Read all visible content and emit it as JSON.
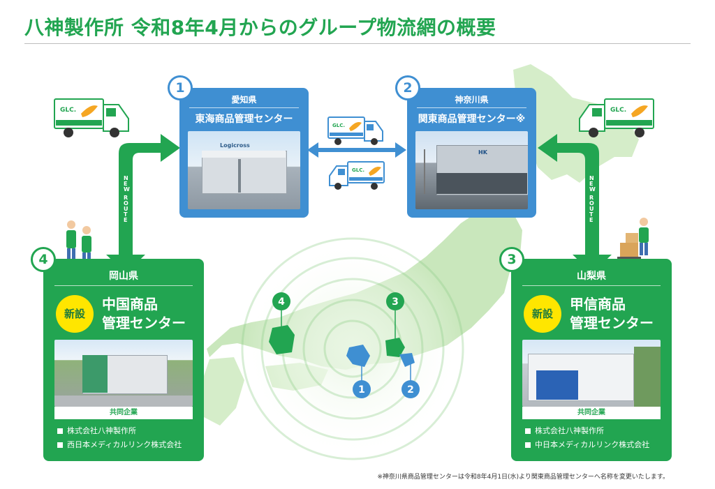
{
  "title": "八神製作所 令和8年4月からのグループ物流網の概要",
  "truck_logo": "GLC.",
  "route_label": [
    "N",
    "E",
    "W",
    "R",
    "O",
    "U",
    "T",
    "E"
  ],
  "centers": [
    {
      "num": "1",
      "pref": "愛知県",
      "name": "東海商品管理センター",
      "photo_sign": "Logicross"
    },
    {
      "num": "2",
      "pref": "神奈川県",
      "name": "関東商品管理センター※",
      "photo_sign": "HK"
    }
  ],
  "new_centers": [
    {
      "num": "4",
      "pref": "岡山県",
      "badge": "新設",
      "name_line1": "中国商品",
      "name_line2": "管理センター",
      "partner_label": "共同企業",
      "companies": [
        "株式会社八神製作所",
        "西日本メディカルリンク株式会社"
      ]
    },
    {
      "num": "3",
      "pref": "山梨県",
      "badge": "新設",
      "name_line1": "甲信商品",
      "name_line2": "管理センター",
      "partner_label": "共同企業",
      "companies": [
        "株式会社八神製作所",
        "中日本メディカルリンク株式会社"
      ]
    }
  ],
  "map_pins": [
    "1",
    "2",
    "3",
    "4"
  ],
  "footnote": "※神奈川県商品管理センターは令和8年4月1日(水)より関東商品管理センターへ名称を変更いたします。",
  "colors": {
    "green": "#22a551",
    "blue": "#3f8fd2",
    "map_green": "#c9e7bc",
    "yellow": "#ffe600"
  }
}
